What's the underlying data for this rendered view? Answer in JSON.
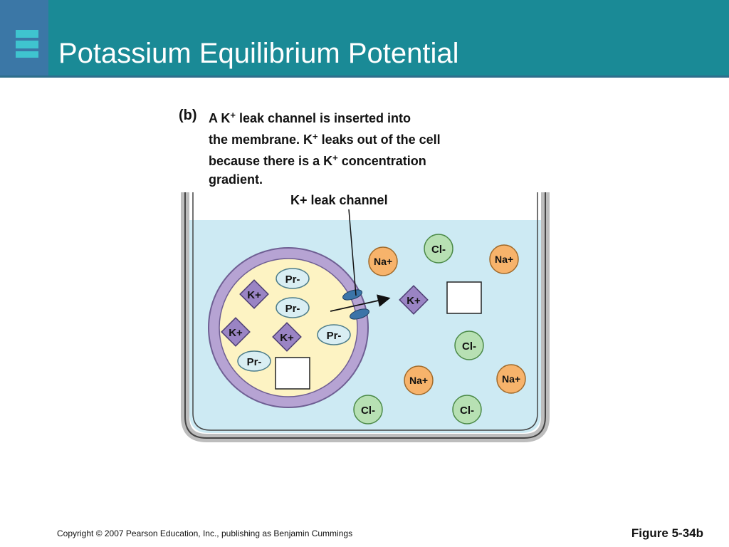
{
  "slide": {
    "title": "Potassium Equilibrium Potential",
    "accent_color": "#1a8a96",
    "icon": "menu-bars-icon"
  },
  "figure": {
    "panel_label": "(b)",
    "caption_lines": [
      {
        "pre": "A K",
        "sup": "+",
        "post": " leak channel is inserted into"
      },
      {
        "pre": "the membrane. K",
        "sup": "+",
        "post": " leaks out of the cell"
      },
      {
        "pre": "because there is a K",
        "sup": "+",
        "post": " concentration"
      },
      {
        "pre": "gradient.",
        "sup": "",
        "post": ""
      }
    ],
    "channel_label": "K+ leak channel",
    "inside_ions": {
      "potassium": [
        "K+",
        "K+",
        "K+"
      ],
      "protein": [
        "Pr-",
        "Pr-",
        "Pr-",
        "Pr-"
      ]
    },
    "outside_ions": {
      "sodium": [
        "Na+",
        "Na+",
        "Na+",
        "Na+"
      ],
      "chloride": [
        "Cl-",
        "Cl-",
        "Cl-",
        "Cl-"
      ],
      "moving_potassium": "K+"
    },
    "colors": {
      "water": "#cdeaf3",
      "cytoplasm": "#fdf3c3",
      "membrane": "#b6a3d3",
      "potassium": "#9a84c4",
      "protein": "#d9eef3",
      "sodium": "#f7b36b",
      "chloride": "#b7e0b3",
      "channel": "#3b74a8"
    }
  },
  "footer": {
    "copyright": "Copyright © 2007 Pearson Education, Inc., publishing as Benjamin Cummings",
    "figure_number": "Figure 5-34b"
  }
}
